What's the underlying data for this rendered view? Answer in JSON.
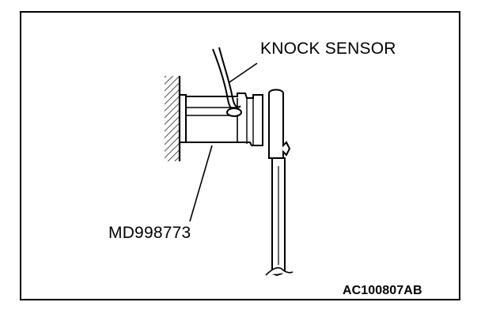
{
  "labels": {
    "knock_sensor": "KNOCK SENSOR",
    "tool_number": "MD998773",
    "figure_id": "AC100807AB"
  }
}
